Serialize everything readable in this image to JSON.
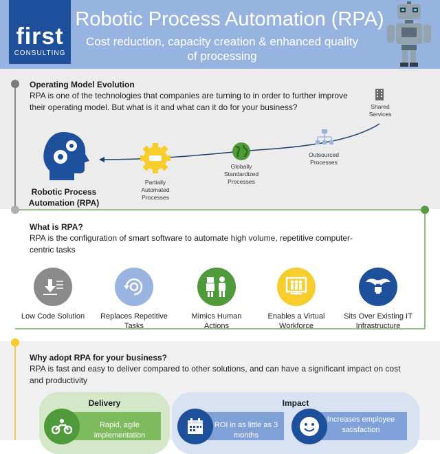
{
  "header": {
    "logo_word": "first",
    "logo_sub": "CONSULTING",
    "title": "Robotic Process Automation (RPA)",
    "subtitle": "Cost reduction, capacity creation & enhanced quality of processing"
  },
  "section1": {
    "heading": "Operating Model Evolution",
    "body": "RPA is one of the technologies that companies are turning to in order to further improve their operating model. But what is it and what can it do for your business?",
    "rpa_label": "Robotic Process Automation (RPA)",
    "stages": [
      {
        "label": "Shared Services",
        "icon": "building-icon"
      },
      {
        "label": "Outsourced Processes",
        "icon": "org-chart-icon"
      },
      {
        "label": "Globally Standardized Processes",
        "icon": "globe-icon"
      },
      {
        "label": "Partially Automated Processes",
        "icon": "gear-icon"
      }
    ]
  },
  "section2": {
    "heading": "What is RPA?",
    "body": "RPA is the configuration of smart software to automate high volume, repetitive computer-centric tasks",
    "features": [
      {
        "label": "Low Code Solution",
        "icon": "download-list-icon",
        "color": "#8a8a8a"
      },
      {
        "label": "Replaces Repetitive Tasks",
        "icon": "refresh-gear-icon",
        "color": "#9ab4e2"
      },
      {
        "label": "Mimics Human Actions",
        "icon": "robot-human-icon",
        "color": "#4f9a3a"
      },
      {
        "label": "Enables a Virtual Workforce",
        "icon": "workforce-icon",
        "color": "#f6cd2c"
      },
      {
        "label": "Sits Over Existing IT Infrastructure",
        "icon": "eagle-icon",
        "color": "#1e4f9a"
      }
    ]
  },
  "section3": {
    "heading": "Why adopt RPA for your business?",
    "body": "RPA is fast and easy to deliver compared to other solutions, and can have a significant impact on cost and productivity",
    "delivery_title": "Delivery",
    "impact_title": "Impact",
    "delivery_item": "Rapid, agile implementation",
    "impact_items": [
      "ROI in as little as 3 months",
      "Increases employee satisfaction"
    ]
  },
  "colors": {
    "header": "#97b3e0",
    "brand": "#1e4f9a",
    "green": "#4f9a3a",
    "yellow": "#f6cd2c"
  }
}
